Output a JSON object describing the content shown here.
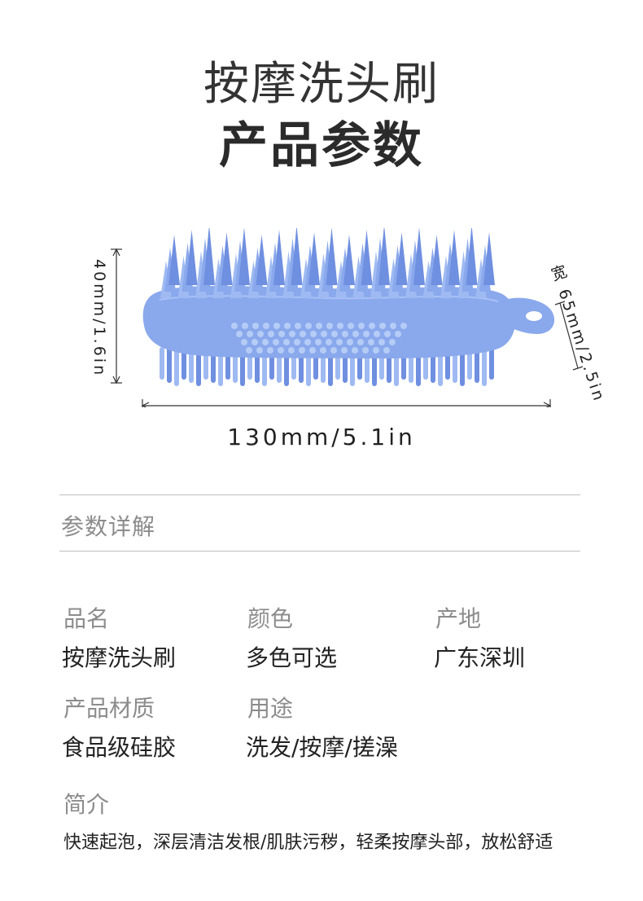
{
  "header": {
    "title": "按摩洗头刷",
    "subtitle": "产品参数"
  },
  "dimensions": {
    "height": "40mm/1.6in",
    "width_label": "宽",
    "width": "65mm/2.5in",
    "length": "130mm/5.1in"
  },
  "colors": {
    "brush_body": "#8aa8ec",
    "brush_bristle_light": "#9fbaf2",
    "brush_bristle_dark": "#6f8fe0",
    "brush_nubs": "#b5ccf6"
  },
  "section": {
    "title": "参数详解"
  },
  "specs": {
    "name_label": "品名",
    "name_value": "按摩洗头刷",
    "color_label": "颜色",
    "color_value": "多色可选",
    "origin_label": "产地",
    "origin_value": "广东深圳",
    "material_label": "产品材质",
    "material_value": "食品级硅胶",
    "usage_label": "用途",
    "usage_value": "洗发/按摩/搓澡",
    "intro_label": "简介",
    "intro_value": "快速起泡，深层清洁发根/肌肤污秽，轻柔按摩头部，放松舒适"
  }
}
